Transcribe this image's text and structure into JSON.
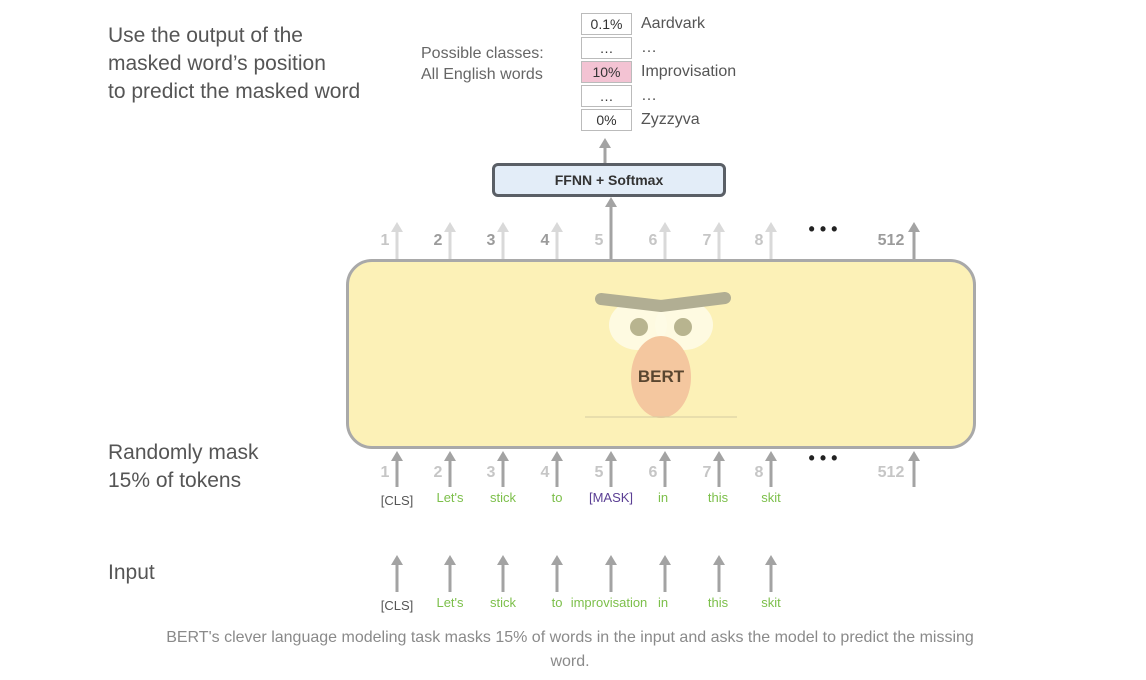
{
  "notes": {
    "predict": [
      "Use the output of the",
      "masked word’s position",
      "to predict the masked word"
    ],
    "mask": [
      "Randomly mask",
      "15% of tokens"
    ],
    "input": "Input"
  },
  "classes": {
    "label": [
      "Possible classes:",
      "All English words"
    ],
    "rows": [
      {
        "prob": "0.1%",
        "word": "Aardvark",
        "highlight": false
      },
      {
        "prob": "…",
        "word": "…",
        "highlight": false
      },
      {
        "prob": "10%",
        "word": "Improvisation",
        "highlight": true
      },
      {
        "prob": "…",
        "word": "…",
        "highlight": false
      },
      {
        "prob": "0%",
        "word": "Zyzzyva",
        "highlight": false
      }
    ]
  },
  "ffnn_label": "FFNN + Softmax",
  "model_label": "BERT",
  "positions": [
    "1",
    "2",
    "3",
    "4",
    "5",
    "6",
    "7",
    "8"
  ],
  "ellipsis": "• • •",
  "last_position": "512",
  "masked_tokens": [
    {
      "text": "[CLS]",
      "kind": "special"
    },
    {
      "text": "Let's",
      "kind": "word"
    },
    {
      "text": "stick",
      "kind": "word"
    },
    {
      "text": "to",
      "kind": "word"
    },
    {
      "text": "[MASK]",
      "kind": "mask"
    },
    {
      "text": "in",
      "kind": "word"
    },
    {
      "text": "this",
      "kind": "word"
    },
    {
      "text": "skit",
      "kind": "word"
    }
  ],
  "input_tokens": [
    {
      "text": "[CLS]",
      "kind": "special"
    },
    {
      "text": "Let's",
      "kind": "word"
    },
    {
      "text": "stick",
      "kind": "word"
    },
    {
      "text": "to",
      "kind": "word"
    },
    {
      "text": "improvisation",
      "kind": "word"
    },
    {
      "text": "in",
      "kind": "word"
    },
    {
      "text": "this",
      "kind": "word"
    },
    {
      "text": "skit",
      "kind": "word"
    }
  ],
  "caption": [
    "BERT's clever language modeling task masks 15% of words in the input and asks the model to predict the missing",
    "word."
  ],
  "colors": {
    "word_token": "#7cbf4a",
    "mask_token": "#5b3f94",
    "special_token": "#555555",
    "arrow_faint": "#d9d9d9",
    "arrow_dark": "#a3a3a3",
    "model_fill": "#fcf1b7",
    "highlight": "#f3c3d3"
  }
}
